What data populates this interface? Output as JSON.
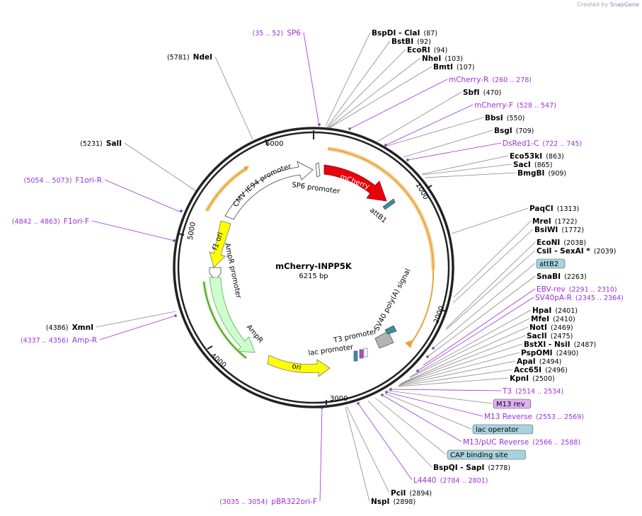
{
  "credit": {
    "prefix": "Created by",
    "brand": "SnapGene"
  },
  "plasmid": {
    "name": "mCherry-INPP5K",
    "size": "6215 bp"
  },
  "ticks": [
    "6000",
    "1000",
    "2000",
    "3000",
    "4000",
    "5000"
  ],
  "features": {
    "sp6_promoter": "SP6 promoter",
    "mcherry": "mCherry",
    "attb1": "attB1",
    "cmv": "CMV IE94 promoter",
    "f1ori": "f1 ori",
    "ampr_promoter": "AmpR promoter",
    "ampr": "AmpR",
    "ori": "ori",
    "t3_promoter": "T3 promoter",
    "lac_promoter": "lac promoter",
    "sv40": "SV40 poly(A) signal"
  },
  "right_labels": [
    {
      "name": "SP6",
      "pos": "(35 .. 52)",
      "kind": "primer"
    },
    {
      "name": "BspDI",
      "extra": "ClaI",
      "pos": "(87)",
      "kind": "site"
    },
    {
      "name": "BstBI",
      "pos": "(92)",
      "kind": "site"
    },
    {
      "name": "EcoRI",
      "pos": "(94)",
      "kind": "site"
    },
    {
      "name": "NheI",
      "pos": "(103)",
      "kind": "site"
    },
    {
      "name": "BmtI",
      "pos": "(107)",
      "kind": "site"
    },
    {
      "name": "mCherry-R",
      "pos": "(260 .. 278)",
      "kind": "primer"
    },
    {
      "name": "SbfI",
      "pos": "(470)",
      "kind": "site"
    },
    {
      "name": "mCherry-F",
      "pos": "(528 .. 547)",
      "kind": "primer"
    },
    {
      "name": "BbsI",
      "pos": "(550)",
      "kind": "site"
    },
    {
      "name": "BsgI",
      "pos": "(709)",
      "kind": "site"
    },
    {
      "name": "DsRed1-C",
      "pos": "(722 .. 745)",
      "kind": "primer"
    },
    {
      "name": "Eco53kI",
      "pos": "(863)",
      "kind": "site"
    },
    {
      "name": "SacI",
      "pos": "(865)",
      "kind": "site"
    },
    {
      "name": "BmgBI",
      "pos": "(909)",
      "kind": "site"
    },
    {
      "name": "PaqCI",
      "pos": "(1313)",
      "kind": "site"
    },
    {
      "name": "MreI",
      "pos": "(1722)",
      "kind": "site"
    },
    {
      "name": "BsiWI",
      "pos": "(1772)",
      "kind": "site"
    },
    {
      "name": "EcoNI",
      "pos": "(2038)",
      "kind": "site"
    },
    {
      "name": "CsiI",
      "extra": "SexAI *",
      "pos": "(2039)",
      "kind": "site"
    },
    {
      "name": "attB2",
      "kind": "box"
    },
    {
      "name": "SnaBI",
      "pos": "(2263)",
      "kind": "site"
    },
    {
      "name": "EBV-rev",
      "pos": "(2291 .. 2310)",
      "kind": "primer"
    },
    {
      "name": "SV40pA-R",
      "pos": "(2345 .. 2364)",
      "kind": "primer"
    },
    {
      "name": "HpaI",
      "pos": "(2401)",
      "kind": "site"
    },
    {
      "name": "MfeI",
      "pos": "(2410)",
      "kind": "site"
    },
    {
      "name": "NotI",
      "pos": "(2469)",
      "kind": "site"
    },
    {
      "name": "SacII",
      "pos": "(2475)",
      "kind": "site"
    },
    {
      "name": "BstXI",
      "extra": "NsiI",
      "pos": "(2487)",
      "kind": "site"
    },
    {
      "name": "PspOMI",
      "pos": "(2490)",
      "kind": "site"
    },
    {
      "name": "ApaI",
      "pos": "(2494)",
      "kind": "site"
    },
    {
      "name": "Acc65I",
      "pos": "(2496)",
      "kind": "site"
    },
    {
      "name": "KpnI",
      "pos": "(2500)",
      "kind": "site"
    },
    {
      "name": "T3",
      "pos": "(2514 .. 2534)",
      "kind": "primer"
    },
    {
      "name": "M13 rev",
      "kind": "box_purple"
    },
    {
      "name": "M13 Reverse",
      "pos": "(2553 .. 2569)",
      "kind": "primer"
    },
    {
      "name": "lac operator",
      "kind": "box"
    },
    {
      "name": "M13/pUC Reverse",
      "pos": "(2566 .. 2588)",
      "kind": "primer"
    },
    {
      "name": "CAP binding site",
      "kind": "box"
    },
    {
      "name": "BspQI",
      "extra": "SapI",
      "pos": "(2778)",
      "kind": "site"
    },
    {
      "name": "L4440",
      "pos": "(2784 .. 2801)",
      "kind": "primer"
    },
    {
      "name": "PciI",
      "pos": "(2894)",
      "kind": "site"
    },
    {
      "name": "NspI",
      "pos": "(2898)",
      "kind": "site"
    },
    {
      "name": "pBR322ori-F",
      "pos": "(3035 .. 3054)",
      "kind": "primer"
    }
  ],
  "left_labels": [
    {
      "name": "NdeI",
      "pos": "(5781)",
      "kind": "site"
    },
    {
      "name": "SalI",
      "pos": "(5231)",
      "kind": "site"
    },
    {
      "name": "F1ori-R",
      "pos": "(5054 .. 5073)",
      "kind": "primer"
    },
    {
      "name": "F1ori-F",
      "pos": "(4842 .. 4863)",
      "kind": "primer"
    },
    {
      "name": "XmnI",
      "pos": "(4386)",
      "kind": "site"
    },
    {
      "name": "Amp-R",
      "pos": "(4337 .. 4356)",
      "kind": "primer"
    }
  ],
  "colors": {
    "backbone": "#222222",
    "primer": "#9b30d9",
    "mcherry": "#e8000b",
    "ori": "#ffff00",
    "ampr": "#ccffcc",
    "orange_arc": "#e8a33c",
    "box_blue": "#a7d3df",
    "box_purple": "#e0b0f0"
  }
}
